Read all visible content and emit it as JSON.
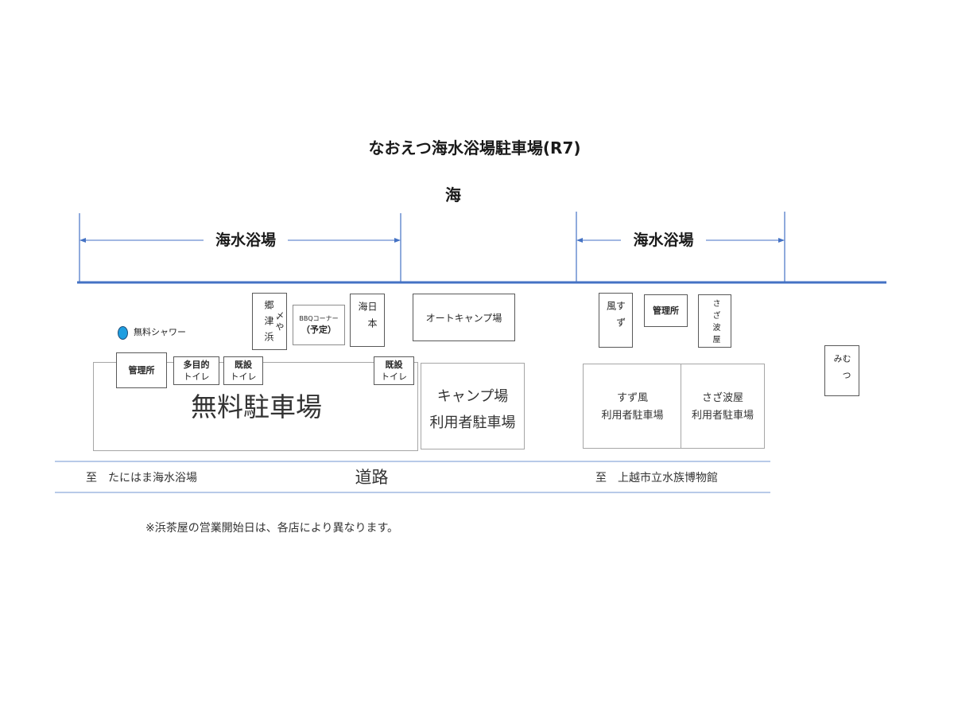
{
  "title": "なおえつ海水浴場駐車場(R7)",
  "sea_label": "海",
  "beaches": [
    {
      "label": "海水浴場"
    },
    {
      "label": "海水浴場"
    }
  ],
  "facilities": {
    "goutsuhama": {
      "name": "郷津浜",
      "shop": "〆や"
    },
    "bbq": {
      "name": "BBQコーナー",
      "note": "（予定）"
    },
    "nihonkai": "日本海",
    "auto_camp": "オートキャンプ場",
    "suzukaze": "すず風",
    "office_right": "管理所",
    "sazanamiya": "さざ波屋",
    "mutsumi": "むつみ",
    "shower": "無料シャワー",
    "office_left": "管理所",
    "multi_toilet": {
      "line1": "多目的",
      "line2": "トイレ"
    },
    "toilet_west": {
      "line1": "既設",
      "line2": "トイレ"
    },
    "toilet_east": {
      "line1": "既設",
      "line2": "トイレ"
    }
  },
  "parking": {
    "free": "無料駐車場",
    "camp": {
      "line1": "キャンプ場",
      "line2": "利用者駐車場"
    },
    "suzukaze": {
      "line1": "すず風",
      "line2": "利用者駐車場"
    },
    "sazanamiya": {
      "line1": "さざ波屋",
      "line2": "利用者駐車場"
    }
  },
  "road": {
    "label": "道路",
    "west": "至　たにはま海水浴場",
    "east": "至　上越市立水族博物館"
  },
  "note": "※浜茶屋の営業開始日は、各店により異なります。",
  "colors": {
    "shoreline": "#4472c4",
    "road_lines": "#8eaadb",
    "shower_marker": "#1e9ee0",
    "box_border": "#595959",
    "parking_border": "#a6a6a6"
  }
}
